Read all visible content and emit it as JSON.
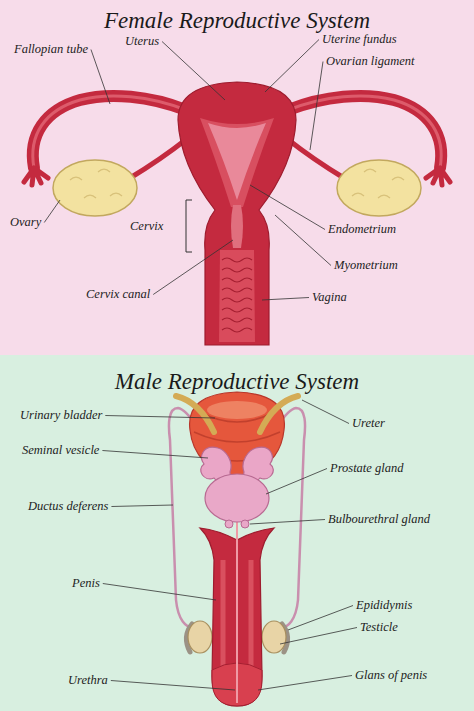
{
  "diagram": {
    "nodes": [
      {
        "text": [
          "Female Reproductive System"
        ]
      },
      {
        "text": [
          "Male Reproductive System"
        ]
      }
    ],
    "labels": [
      "Fallopian tube",
      "Uterus",
      "Uterine fundus",
      "Ovarian ligament",
      "Ovary",
      "Cervix",
      "Endometrium",
      "Myometrium",
      "Cervix canal",
      "Vagina",
      "Urinary bladder",
      "Ureter",
      "Seminal vesicle",
      "Prostate gland",
      "Ductus deferens",
      "Bulbourethral gland",
      "Penis",
      "Epididymis",
      "Testicle",
      "Urethra",
      "Glans of penis"
    ]
  }
}
